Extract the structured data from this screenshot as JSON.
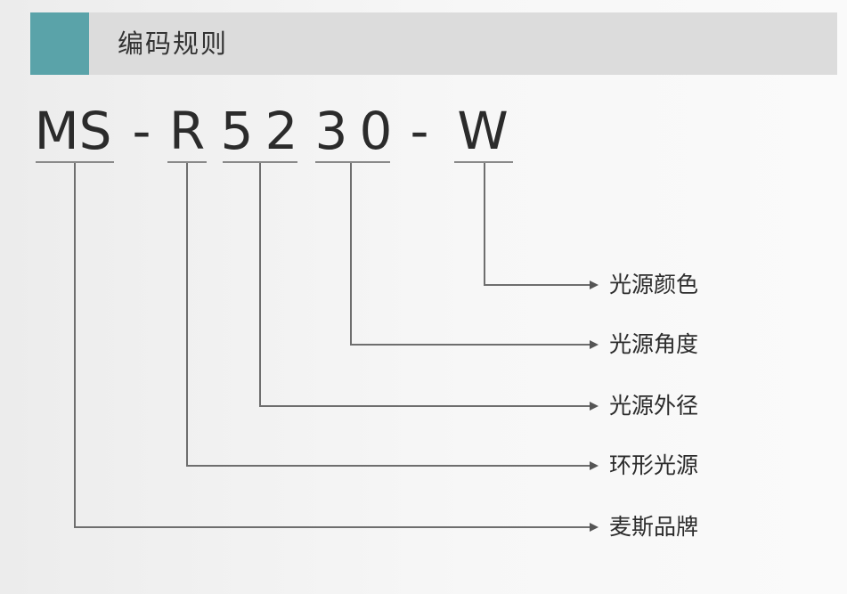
{
  "header": {
    "title": "编码规则",
    "accent_color": "#5aa3a9"
  },
  "code": {
    "brand": "MS",
    "dash1": "-",
    "shape": "R",
    "d1": "5",
    "d2": "2",
    "d3": "3",
    "d4": "0",
    "dash2": "-",
    "color": "W"
  },
  "fields": {
    "color": "光源颜色",
    "angle": "光源角度",
    "diameter": "光源外径",
    "shape": "环形光源",
    "brand": "麦斯品牌"
  }
}
